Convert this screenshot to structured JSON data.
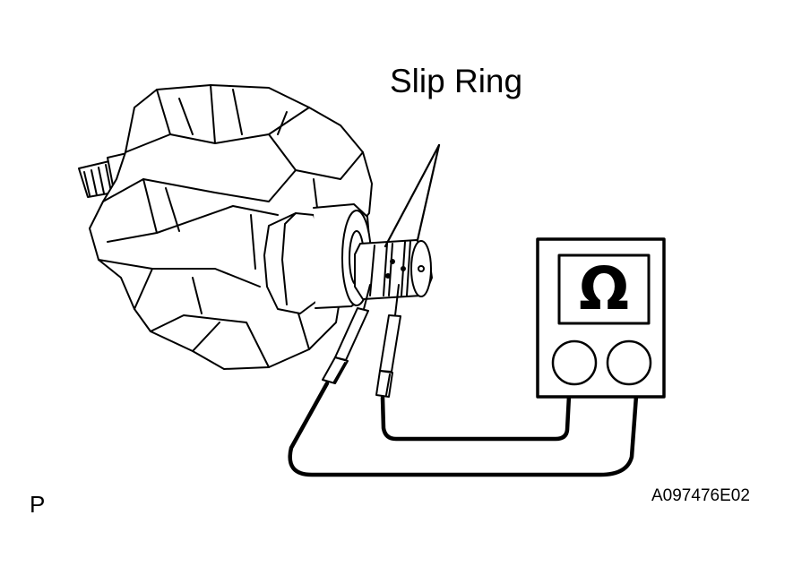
{
  "callout": {
    "label": "Slip Ring"
  },
  "ohmmeter": {
    "display_symbol": "Ω",
    "icon": "ohm-symbol-icon"
  },
  "footer": {
    "corner_letter": "P",
    "figure_code": "A097476E02"
  },
  "colors": {
    "line": "#000000",
    "background": "#ffffff"
  }
}
